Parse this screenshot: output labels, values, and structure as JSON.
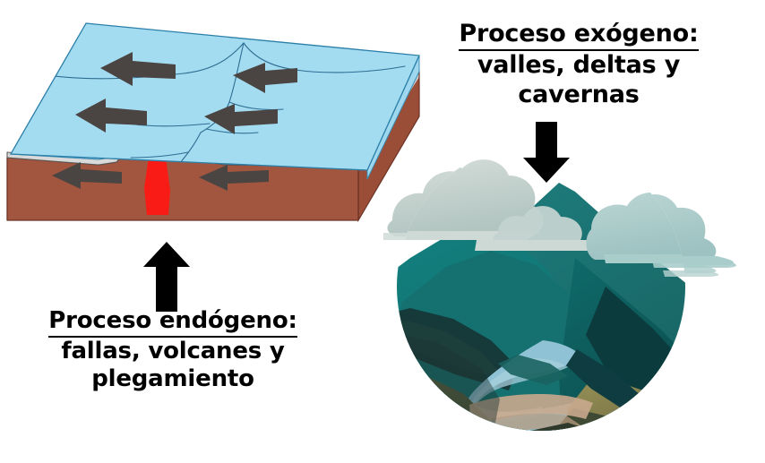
{
  "diagram": {
    "title_semantic": "procesos-geologicos-endogeno-exogeno",
    "background_color": "#ffffff"
  },
  "captions": {
    "exogeno": {
      "heading": "Proceso exógeno:",
      "line2": "valles, deltas y",
      "line3": "cavernas",
      "underlined": "true",
      "color": "#000000"
    },
    "endogeno": {
      "heading": "Proceso endógeno:",
      "line2": "fallas, volcanes y",
      "line3": "plegamiento",
      "underlined": "true",
      "color": "#000000"
    }
  },
  "arrows": {
    "up_arrow": {
      "name": "arrow-up-icon",
      "direction": "up",
      "color": "#000000",
      "points_to": "block-diagram"
    },
    "down_arrow": {
      "name": "arrow-down-icon",
      "direction": "down",
      "color": "#000000",
      "points_to": "landscape-scene"
    }
  },
  "block_diagram": {
    "name": "tectonic-plate-block-diagram",
    "top_surface_color": "#a3dcf0",
    "top_surface_edge_color": "#2b7fa8",
    "water_band_color": "#a9def2",
    "crust_color": "#d9d9d9",
    "mantle_color": "#a2563f",
    "mantle_side_color": "#9c4f39",
    "magma_color": "#f91c16",
    "fracture_line_color": "#2f6d93",
    "movement_arrow_color": "#4a4442",
    "movement_arrows": [
      {
        "id": "top-left-arrow",
        "direction": "left"
      },
      {
        "id": "top-right-arrow",
        "direction": "right"
      },
      {
        "id": "mid-left-arrow",
        "direction": "left"
      },
      {
        "id": "mid-right-arrow",
        "direction": "right"
      },
      {
        "id": "front-left-arrow",
        "direction": "left"
      },
      {
        "id": "front-right-arrow",
        "direction": "right"
      }
    ],
    "features": [
      "mid-ocean-ridge",
      "magma-plume",
      "divergent-plate-boundary",
      "oceanic-crust",
      "mantle"
    ]
  },
  "landscape_scene": {
    "name": "mountain-valley-circle-illustration",
    "shape": "circle",
    "cloud_colors": [
      "#cfdad6",
      "#b9cbc7",
      "#a9cdcb",
      "#9ec4c3"
    ],
    "mountain_colors": [
      "#0f7a7c",
      "#14807f",
      "#1d6f6c",
      "#16595a",
      "#0d3f42",
      "#123c3a"
    ],
    "river_color": "#8fc2d4",
    "foreground_colors": [
      "#5e6340",
      "#7c7a47",
      "#8c8a55",
      "#3f4a35",
      "#c9a98d",
      "#2f3a2c"
    ],
    "features": [
      "clouds",
      "mountain-peaks",
      "river-valley",
      "foothills"
    ]
  }
}
